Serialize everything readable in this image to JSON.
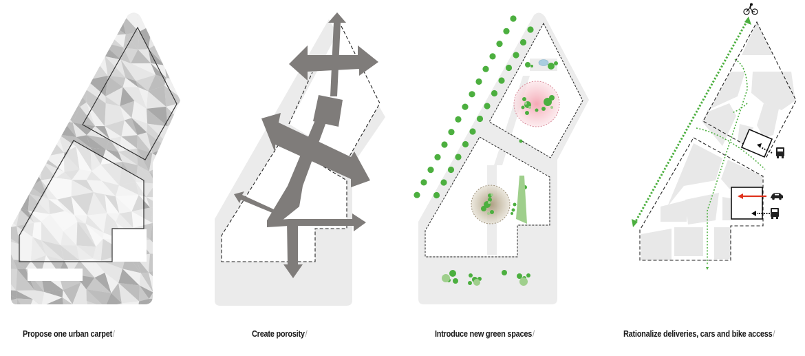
{
  "panels": [
    {
      "id": "carpet",
      "caption": "Propose one urban carpet",
      "suffix": "/"
    },
    {
      "id": "porosity",
      "caption": "Create porosity",
      "suffix": "/"
    },
    {
      "id": "green",
      "caption": "Introduce new green spaces",
      "suffix": "/"
    },
    {
      "id": "access",
      "caption": "Rationalize deliveries, cars and bike access",
      "suffix": "/"
    }
  ],
  "colors": {
    "carpet_light": "#e6e6e6",
    "carpet_mid": "#c8c8c8",
    "carpet_dark": "#a9a9a9",
    "ground": "#ebebeb",
    "arrow_gray": "#7f7c7a",
    "tree_green": "#4caf3f",
    "pale_green": "#9fcf8c",
    "pink_glow": "#f2a9b4",
    "olive_glow": "#b8ab8e",
    "water_blue": "#a9cde0",
    "bike_route": "#4caf3f",
    "car_route": "#e0321c",
    "delivery_route": "#111111",
    "outline": "#222222"
  },
  "icons": {
    "bike": "bicycle-icon",
    "truck": "delivery-truck-icon",
    "car": "car-icon"
  }
}
